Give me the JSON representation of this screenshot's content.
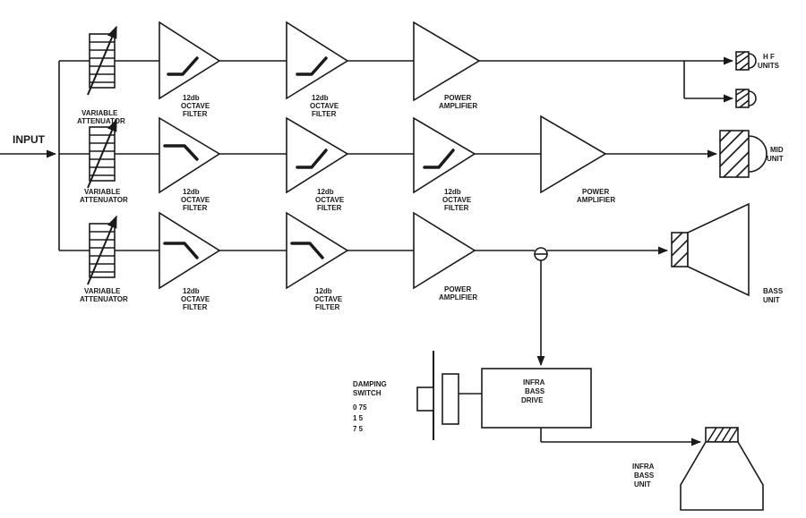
{
  "input": {
    "label": "INPUT"
  },
  "attenuator": {
    "line1": "VARIABLE",
    "line2": "ATTENUATOR"
  },
  "filter": {
    "line1": "12db",
    "line2": "OCTAVE",
    "line3": "FILTER"
  },
  "amplifier": {
    "line1": "POWER",
    "line2": "AMPLIFIER"
  },
  "hf_units": {
    "line1": "H F",
    "line2": "UNITS"
  },
  "mid_unit": {
    "line1": "MID",
    "line2": "UNIT"
  },
  "bass_unit": {
    "line1": "BASS",
    "line2": "UNIT"
  },
  "infra_drive": {
    "line1": "INFRA",
    "line2": "BASS",
    "line3": "DRIVE"
  },
  "damping_switch": {
    "line1": "DAMPING",
    "line2": "SWITCH",
    "values": [
      "0 75",
      "1 5",
      "7 5"
    ]
  },
  "infra_unit": {
    "line1": "INFRA",
    "line2": "BASS",
    "line3": "UNIT"
  }
}
